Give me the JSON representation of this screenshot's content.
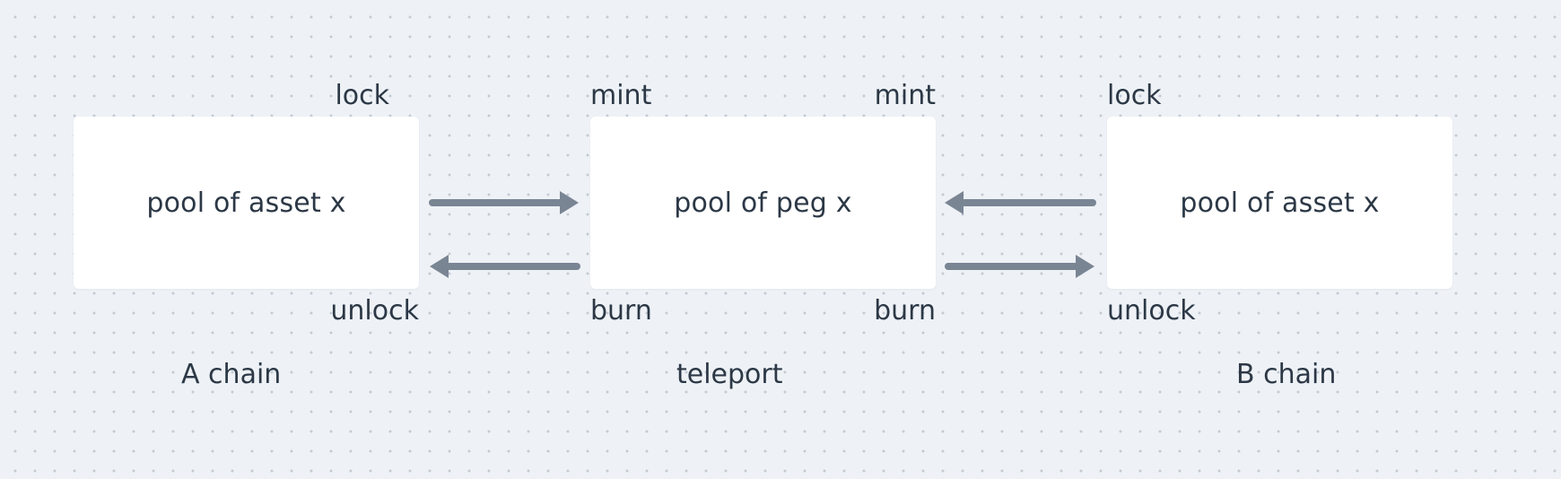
{
  "boxes": {
    "left": "pool of asset x",
    "center": "pool of peg x",
    "right": "pool of asset x"
  },
  "labels": {
    "left_top": "lock",
    "left_bottom": "unlock",
    "center_top_left": "mint",
    "center_top_right": "mint",
    "center_bottom_left": "burn",
    "center_bottom_right": "burn",
    "right_top": "lock",
    "right_bottom": "unlock"
  },
  "chains": {
    "left": "A chain",
    "center": "teleport",
    "right": "B chain"
  },
  "colors": {
    "background": "#eef2f6",
    "box": "#ffffff",
    "text": "#2c3846",
    "arrow": "#7a8594"
  }
}
